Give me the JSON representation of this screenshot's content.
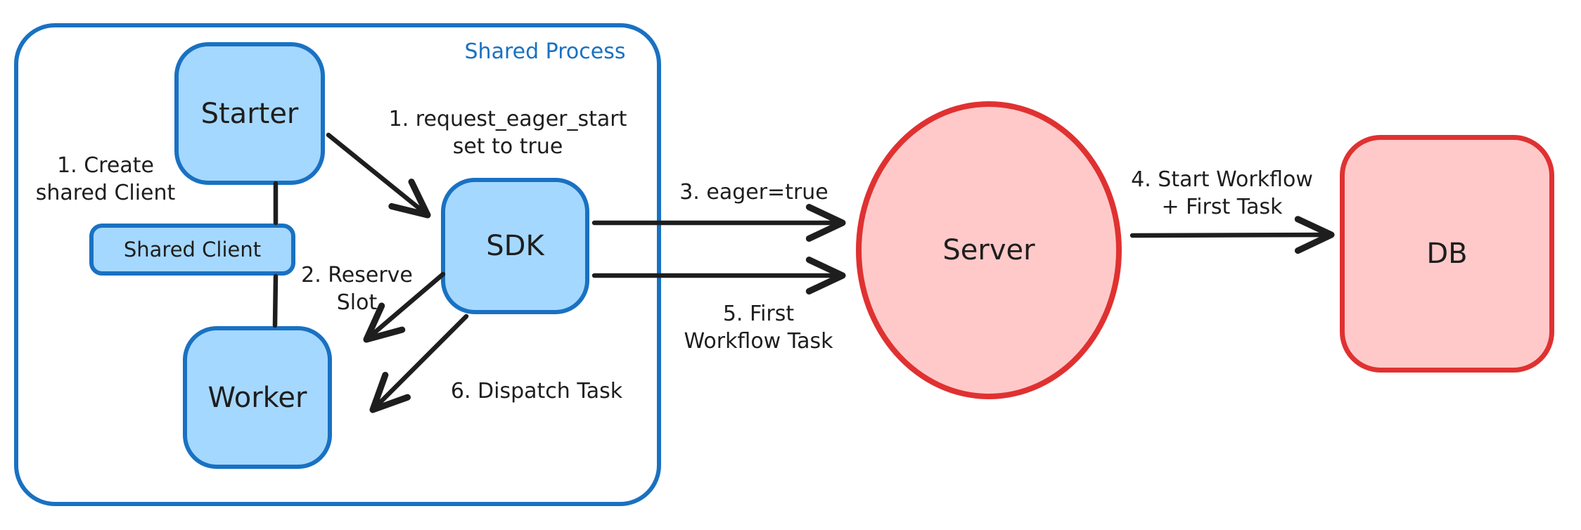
{
  "container": {
    "label": "Shared Process"
  },
  "nodes": {
    "starter": {
      "label": "Starter"
    },
    "shared_client": {
      "label": "Shared Client"
    },
    "worker": {
      "label": "Worker"
    },
    "sdk": {
      "label": "SDK"
    },
    "server": {
      "label": "Server"
    },
    "db": {
      "label": "DB"
    }
  },
  "annotations": {
    "create_shared_client": "1. Create\nshared Client",
    "request_eager_start": "1. request_eager_start\nset to true",
    "reserve_slot": "2. Reserve\nSlot",
    "dispatch_task": "6. Dispatch Task",
    "eager_true": "3. eager=true",
    "first_workflow_task": "5. First\nWorkflow Task",
    "start_workflow_first_task": "4. Start Workflow\n+ First Task"
  },
  "colors": {
    "blue_stroke": "#1971c2",
    "blue_fill": "#a5d8ff",
    "red_stroke": "#e03131",
    "red_fill": "#ffc9c9",
    "ink": "#1e1e1e"
  }
}
